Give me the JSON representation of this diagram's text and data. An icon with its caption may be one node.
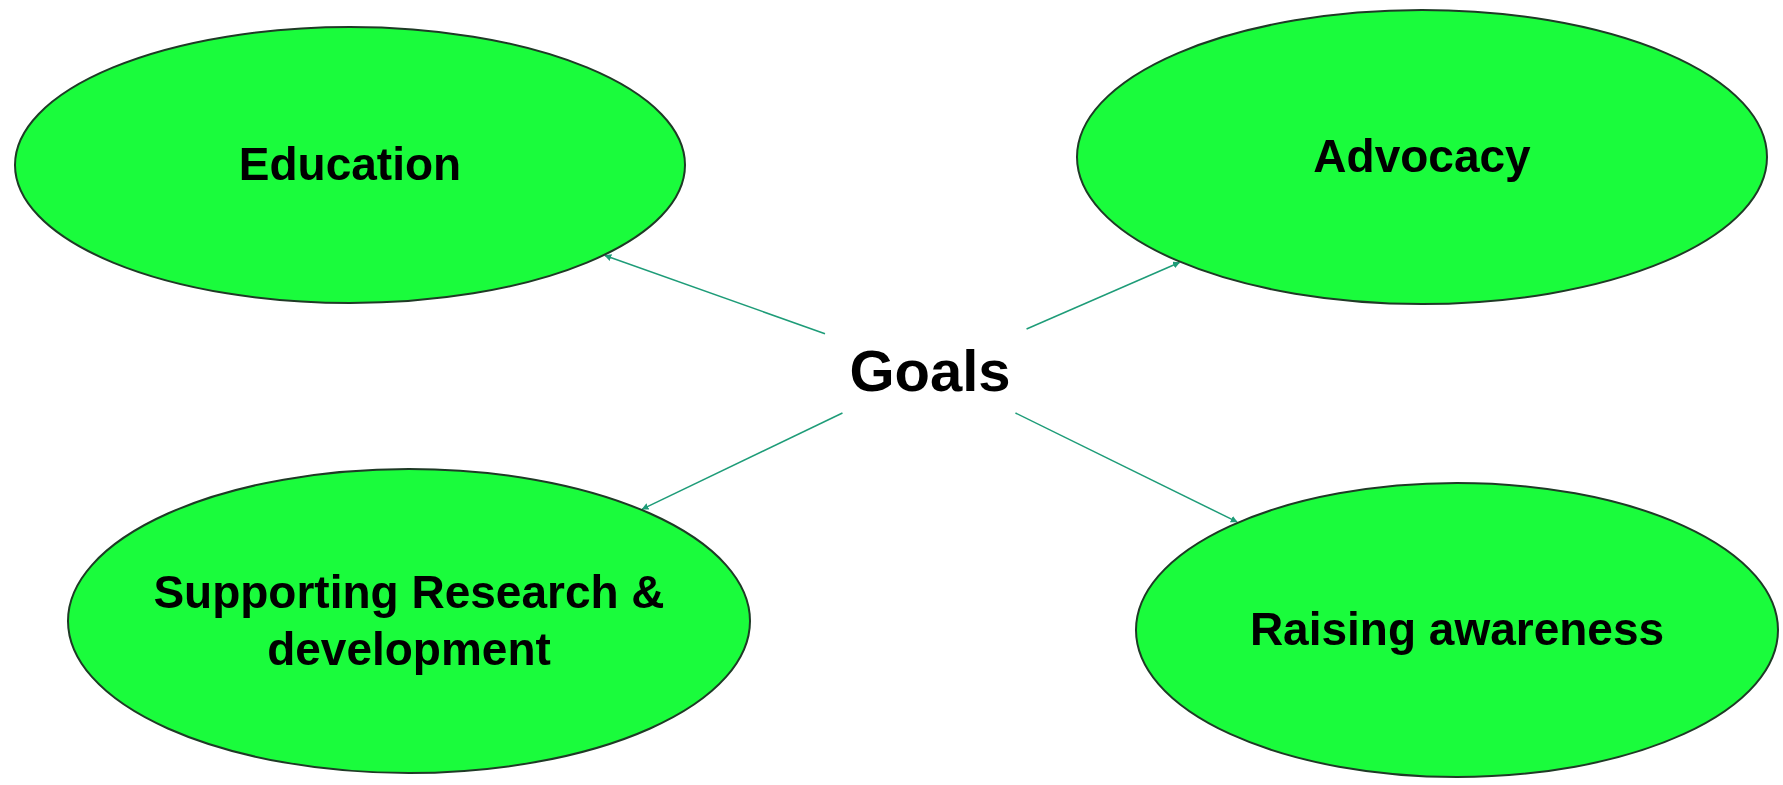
{
  "diagram": {
    "nodes": [
      {
        "text": [
          "Education"
        ]
      },
      {
        "text": [
          "Advocacy"
        ]
      },
      {
        "text": [
          "Goals"
        ]
      },
      {
        "text": [
          "Supporting Research & development"
        ]
      },
      {
        "text": [
          "Raising awareness"
        ]
      }
    ],
    "edges": [
      {
        "from": 2,
        "to": 0,
        "arrow": "to"
      },
      {
        "from": 2,
        "to": 1,
        "arrow": "to"
      },
      {
        "from": 2,
        "to": 3,
        "arrow": "to"
      },
      {
        "from": 2,
        "to": 4,
        "arrow": "to"
      }
    ]
  }
}
